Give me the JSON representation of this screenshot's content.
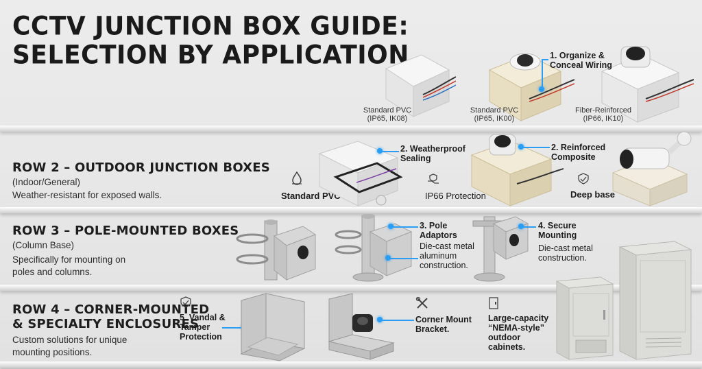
{
  "title": {
    "line1": "CCTV JUNCTION BOX GUIDE:",
    "line2": "SELECTION BY APPLICATION"
  },
  "row1": {
    "items": [
      {
        "name": "Standard PVC",
        "spec": "(IP65, IK08)"
      },
      {
        "name": "Standard PVC",
        "spec": "(IP65, IK00)"
      },
      {
        "name": "Fiber-Reinforced",
        "spec": "(IP66, IK10)"
      }
    ],
    "callout": {
      "line1": "1. Organize &",
      "line2": "Conceal Wiring"
    }
  },
  "row2": {
    "heading": "ROW 2 – OUTDOOR JUNCTION BOXES",
    "sub1": "(Indoor/General)",
    "sub2": "Weather-resistant for exposed walls.",
    "callout_a": {
      "line1": "2. Weatherproof",
      "line2": "Sealing"
    },
    "callout_b": {
      "line1": "2. Reinforced",
      "line2": "Composite"
    },
    "label_a": "Standard PVC",
    "label_b": "IP66 Protection",
    "label_c": "Deep base"
  },
  "row3": {
    "heading": "ROW 3 – POLE-MOUNTED BOXES",
    "sub1": "(Column Base)",
    "sub2": "Specifically for mounting on",
    "sub3": "poles and columns.",
    "callout_a": {
      "line1": "3. Pole",
      "line2": "Adaptors"
    },
    "note_a": {
      "line1": "Die-cast metal",
      "line2": "aluminum",
      "line3": "construction."
    },
    "callout_b": {
      "line1": "4. Secure",
      "line2": "Mounting"
    },
    "note_b": {
      "line1": "Die-cast metal",
      "line2": "construction."
    }
  },
  "row4": {
    "heading1": "ROW 4 – CORNER-MOUNTED",
    "heading2": "& SPECIALTY ENCLOSURES",
    "sub1": "Custom solutions for unique",
    "sub2": "mounting positions.",
    "callout_a": {
      "line1": "5. Vandal &",
      "line2": "Tamper",
      "line3": "Protection"
    },
    "callout_b": {
      "line1": "Corner Mount",
      "line2": "Bracket."
    },
    "callout_c": {
      "line1": "Large-capacity",
      "line2": "“NEMA-style”",
      "line3": "outdoor",
      "line4": "cabinets."
    }
  }
}
